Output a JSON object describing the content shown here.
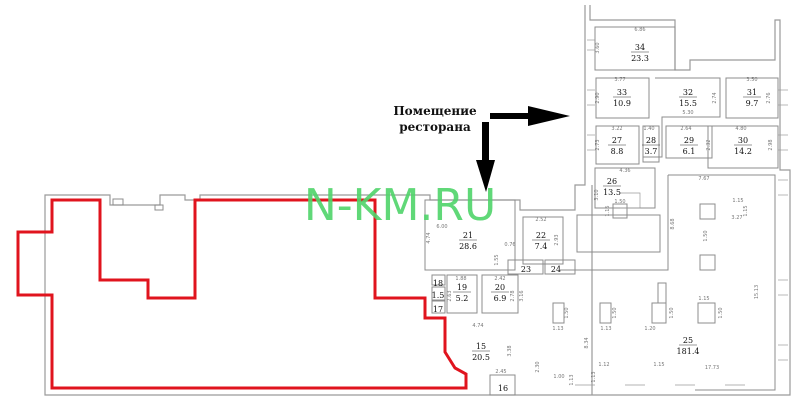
{
  "plan": {
    "label_line1": "Помещение",
    "label_line2": "ресторана",
    "watermark": "N-KM.RU",
    "highlight_color": "#e0141e",
    "watermark_color": "#4fd46a",
    "rooms": [
      {
        "number": "34",
        "area": "23.3"
      },
      {
        "number": "33",
        "area": "10.9"
      },
      {
        "number": "32",
        "area": "15.5"
      },
      {
        "number": "31",
        "area": "9.7"
      },
      {
        "number": "27",
        "area": "8.8"
      },
      {
        "number": "28",
        "area": "3.7"
      },
      {
        "number": "29",
        "area": "6.1"
      },
      {
        "number": "30",
        "area": "14.2"
      },
      {
        "number": "26",
        "area": "13.5"
      },
      {
        "number": "21",
        "area": "28.6"
      },
      {
        "number": "22",
        "area": "7.4"
      },
      {
        "number": "23",
        "area": ""
      },
      {
        "number": "24",
        "area": ""
      },
      {
        "number": "18",
        "area": ""
      },
      {
        "number": "1.5",
        "area": ""
      },
      {
        "number": "17",
        "area": ""
      },
      {
        "number": "19",
        "area": "5.2"
      },
      {
        "number": "20",
        "area": "6.9"
      },
      {
        "number": "15",
        "area": "20.5"
      },
      {
        "number": "16",
        "area": ""
      },
      {
        "number": "25",
        "area": "181.4"
      }
    ],
    "dimensions": [
      "6.86",
      "3.60",
      "3.77",
      "2.90",
      "3.50",
      "2.76",
      "2.74",
      "5.30",
      "3.22",
      "2.73",
      "1.40",
      "2.64",
      "2.32",
      "4.80",
      "2.98",
      "4.36",
      "3.10",
      "7.67",
      "6.00",
      "4.74",
      "0.76",
      "1.55",
      "2.52",
      "2.93",
      "1.88",
      "2.63",
      "2.42",
      "2.78",
      "4.74",
      "3.16",
      "3.38",
      "2.45",
      "1.50",
      "1.15",
      "3.27",
      "1.50",
      "1.15",
      "8.68",
      "1.15",
      "15.13",
      "1.13",
      "1.50",
      "1.13",
      "1.50",
      "1.20",
      "1.50",
      "1.15",
      "1.50",
      "8.34",
      "2.30",
      "1.00",
      "1.13",
      "1.12",
      "1.13",
      "1.15",
      "17.73"
    ]
  }
}
